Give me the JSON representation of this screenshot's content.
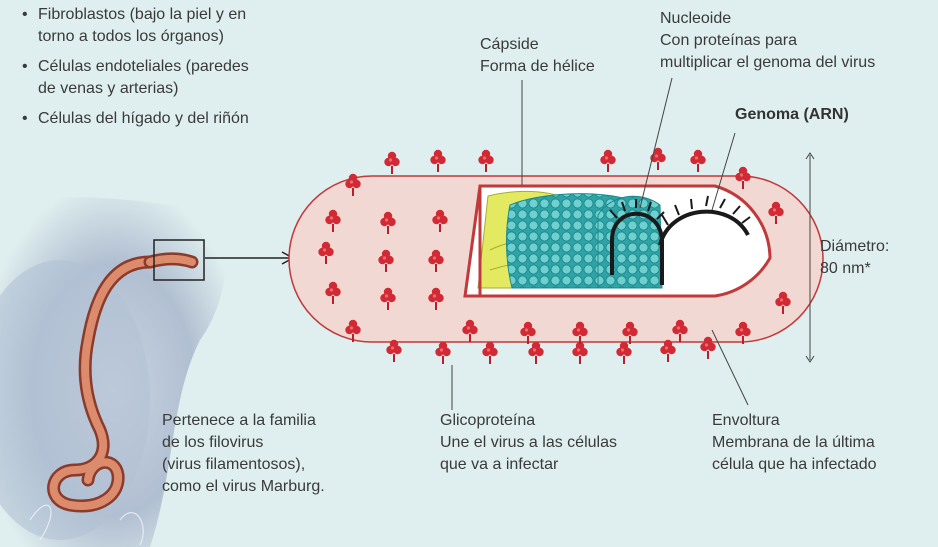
{
  "bullets": [
    {
      "lines": [
        "Fibroblastos (bajo la piel y en",
        "torno a todos los órganos)"
      ]
    },
    {
      "lines": [
        "Células endoteliales (paredes",
        "de venas y arterias)"
      ]
    },
    {
      "lines": [
        "Células del hígado y del riñón"
      ]
    }
  ],
  "labels": {
    "capside": [
      "Cápside",
      "Forma de hélice"
    ],
    "nucleoide": [
      "Nucleoide",
      "Con proteínas para",
      "multiplicar el genoma del virus"
    ],
    "genoma": "Genoma (ARN)",
    "diametro": [
      "Diámetro:",
      "80 nm*"
    ],
    "familia": [
      "Pertenece a la familia",
      "de los filovirus",
      "(virus filamentosos),",
      "como el virus Marburg."
    ],
    "glicoproteina": [
      "Glicoproteína",
      "Une el virus a las células",
      "que va a infectar"
    ],
    "envoltura": [
      "Envoltura",
      "Membrana de la última",
      "célula que ha infectado"
    ]
  },
  "colors": {
    "background": "#dfeeee",
    "envelope_fill": "#f2d8d2",
    "envelope_outline": "#c0393b",
    "glycoprotein": "#d12a35",
    "capsid_yellow": "#e3ea62",
    "capsid_teal": "#3fb4b4",
    "rna": "#1a1a1a",
    "micrograph_bg": "#b9c6d6",
    "filament": "#d8876a"
  }
}
